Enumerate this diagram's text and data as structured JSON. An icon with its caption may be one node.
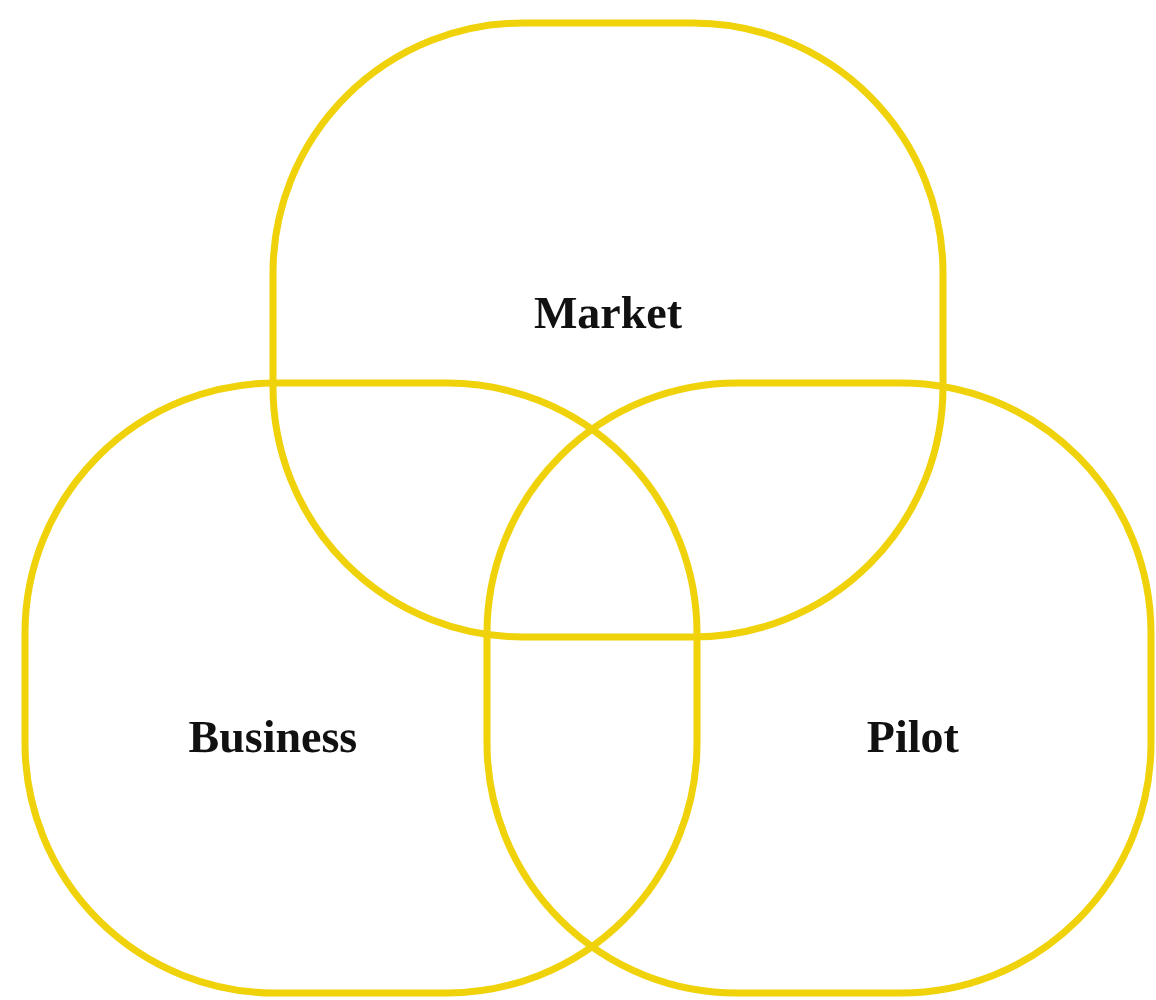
{
  "diagram": {
    "nodes": [
      {
        "text": [
          "Market"
        ]
      },
      {
        "text": [
          "Business"
        ]
      },
      {
        "text": [
          "Pilot"
        ]
      }
    ]
  }
}
